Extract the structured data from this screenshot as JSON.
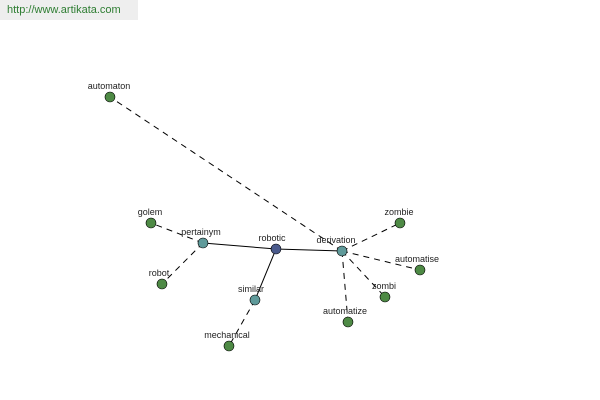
{
  "header": {
    "url": "http://www.artikata.com"
  },
  "colors": {
    "center": "#4a5a8c",
    "relation": "#5f9a9a",
    "word": "#4e8a45",
    "url_text": "#2e7d32"
  },
  "graph": {
    "center": "robotic",
    "nodes": [
      {
        "id": "robotic",
        "label": "robotic",
        "kind": "center"
      },
      {
        "id": "pertainym",
        "label": "pertainym",
        "kind": "relation"
      },
      {
        "id": "similar",
        "label": "similar",
        "kind": "relation"
      },
      {
        "id": "derivation",
        "label": "derivation",
        "kind": "relation"
      },
      {
        "id": "golem",
        "label": "golem",
        "kind": "word"
      },
      {
        "id": "robot",
        "label": "robot",
        "kind": "word"
      },
      {
        "id": "mechanical",
        "label": "mechanical",
        "kind": "word"
      },
      {
        "id": "automaton",
        "label": "automaton",
        "kind": "word"
      },
      {
        "id": "zombie",
        "label": "zombie",
        "kind": "word"
      },
      {
        "id": "automatise",
        "label": "automatise",
        "kind": "word"
      },
      {
        "id": "zombi",
        "label": "zombi",
        "kind": "word"
      },
      {
        "id": "automatize",
        "label": "automatize",
        "kind": "word"
      }
    ],
    "edges": [
      {
        "from": "robotic",
        "to": "pertainym",
        "style": "solid"
      },
      {
        "from": "robotic",
        "to": "similar",
        "style": "solid"
      },
      {
        "from": "robotic",
        "to": "derivation",
        "style": "solid"
      },
      {
        "from": "pertainym",
        "to": "golem",
        "style": "dashed"
      },
      {
        "from": "pertainym",
        "to": "robot",
        "style": "dashed"
      },
      {
        "from": "similar",
        "to": "mechanical",
        "style": "dashed"
      },
      {
        "from": "derivation",
        "to": "automaton",
        "style": "dashed"
      },
      {
        "from": "derivation",
        "to": "zombie",
        "style": "dashed"
      },
      {
        "from": "derivation",
        "to": "automatise",
        "style": "dashed"
      },
      {
        "from": "derivation",
        "to": "zombi",
        "style": "dashed"
      },
      {
        "from": "derivation",
        "to": "automatize",
        "style": "dashed"
      }
    ]
  }
}
